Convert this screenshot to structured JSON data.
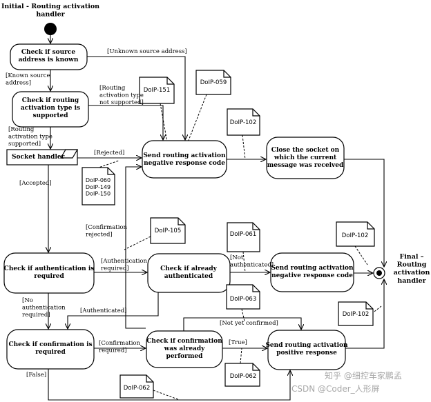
{
  "initial_label": [
    "Initial - Routing activation",
    "handler"
  ],
  "final_label": [
    "Final –",
    "Routing",
    "activation",
    "handler"
  ],
  "nodes": {
    "check_source": [
      "Check if source",
      "address is known"
    ],
    "check_type": [
      "Check if routing",
      "activation type is",
      "supported"
    ],
    "socket_handler": [
      "Socket handler"
    ],
    "send_negative_1": [
      "Send routing activation",
      "negative response code"
    ],
    "close_socket": [
      "Close the socket on",
      "which the current",
      "message was received"
    ],
    "check_auth_required": [
      "Check if authentication is",
      "required"
    ],
    "check_already_auth": [
      "Check if already",
      "authenticated"
    ],
    "send_negative_2": [
      "Send routing activation",
      "negative response code"
    ],
    "check_confirm_required": [
      "Check if confirmation is",
      "required"
    ],
    "check_confirm_performed": [
      "Check if confirmation",
      "was already",
      "performed"
    ],
    "send_positive": [
      "Send routing activation",
      "positive response"
    ]
  },
  "notes": {
    "doip151": [
      "DoIP-151"
    ],
    "doip059": [
      "DoIP-059"
    ],
    "doip102_top": [
      "DoIP-102"
    ],
    "doip060_group": [
      "DoIP-060",
      "DoIP-149",
      "DoIP-150"
    ],
    "doip105": [
      "DoIP-105"
    ],
    "doip061": [
      "DoIP-061"
    ],
    "doip102_mid": [
      "DoIP-102"
    ],
    "doip063": [
      "DoIP-063"
    ],
    "doip102_low": [
      "DoIP-102"
    ],
    "doip062_a": [
      "DoIP-062"
    ],
    "doip062_b": [
      "DoIP-062"
    ]
  },
  "edge_labels": {
    "unknown_source": [
      "[Unknown source address]"
    ],
    "known_source": [
      "[Known source",
      "address]"
    ],
    "type_not_supported": [
      "[Routing",
      "activation type",
      "not supported]"
    ],
    "type_supported": [
      "[Routing",
      "activation type",
      "supported]"
    ],
    "rejected": [
      "[Rejected]"
    ],
    "accepted": [
      "[Accepted]"
    ],
    "confirmation_rejected": [
      "[Confirmation",
      "rejected]"
    ],
    "authentication_required": [
      "[Authentication",
      "required]"
    ],
    "not_authenticated": [
      "[Not",
      "authenticated]"
    ],
    "no_authentication_required": [
      "[No",
      "authentication",
      "required]"
    ],
    "authenticated": [
      "[Authenticated]"
    ],
    "not_yet_confirmed": [
      "[Not yet confirmed]"
    ],
    "confirmation_required": [
      "[Confirmation",
      "required]"
    ],
    "true": [
      "[True]"
    ],
    "false": [
      "[False]"
    ]
  },
  "watermark": [
    "知乎 @细控车家鹏孟",
    "CSDN @Coder_人形屏"
  ]
}
